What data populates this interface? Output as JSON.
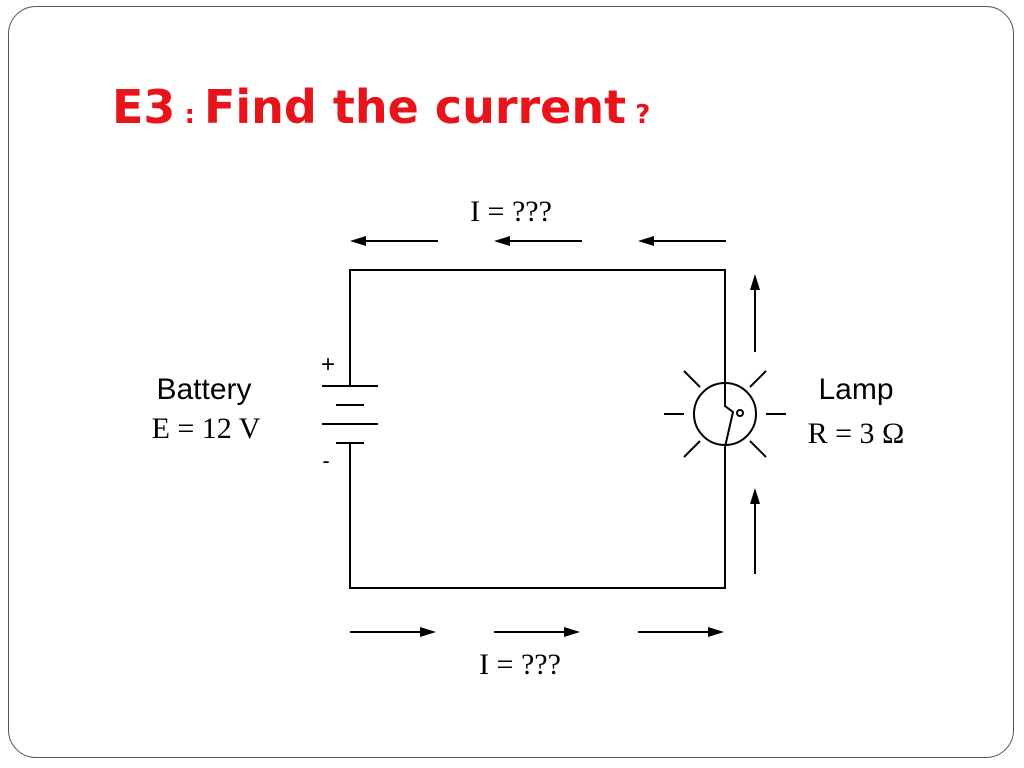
{
  "slide": {
    "title_prefix": "E3",
    "title_colon": ":",
    "title_main": "Find the current",
    "title_suffix": "?",
    "title_color": "#e8141b"
  },
  "diagram": {
    "current_top": "I = ???",
    "current_bottom": "I = ???",
    "battery_name": "Battery",
    "battery_value": "E = 12 V",
    "battery_plus": "+",
    "battery_minus": "-",
    "lamp_name": "Lamp",
    "lamp_value": "R = 3 Ω"
  }
}
